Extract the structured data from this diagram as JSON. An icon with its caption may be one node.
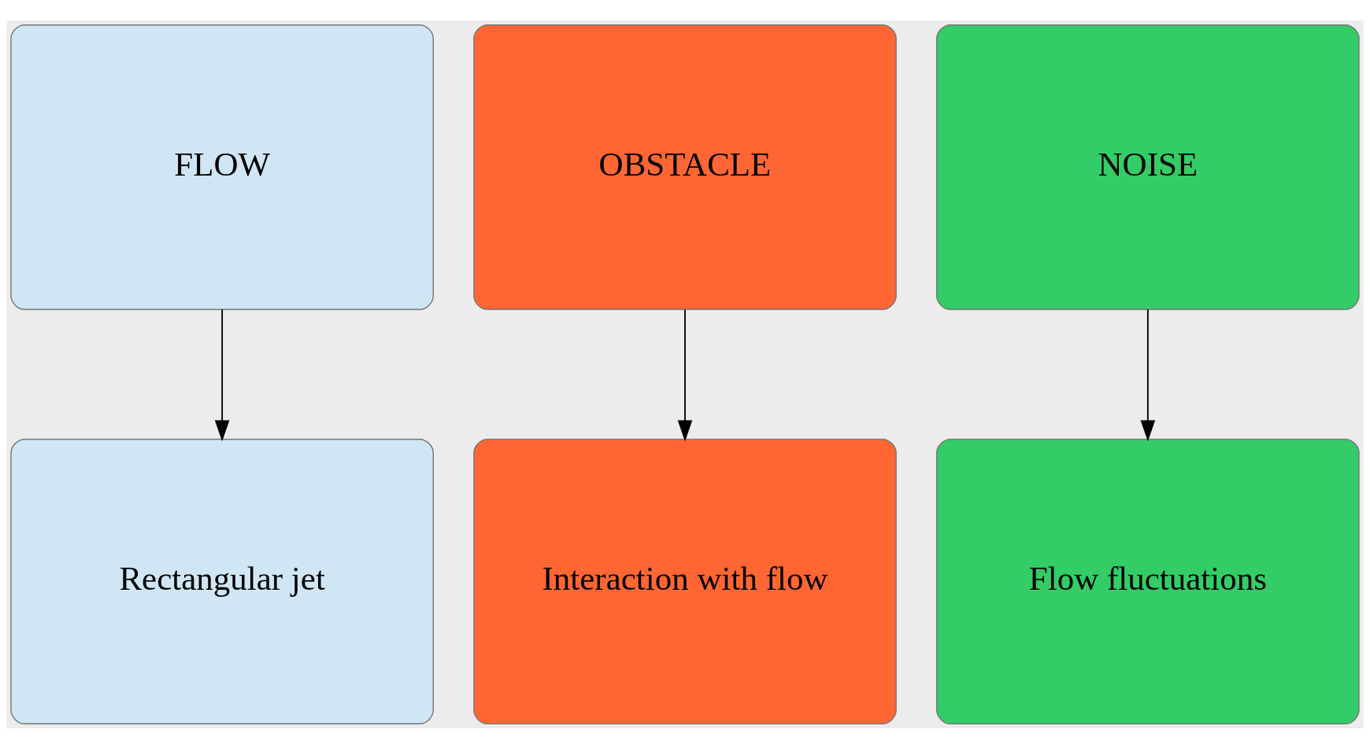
{
  "diagram": {
    "nodes": [
      {
        "text": [
          "FLOW"
        ]
      },
      {
        "text": [
          "OBSTACLE"
        ]
      },
      {
        "text": [
          "NOISE"
        ]
      },
      {
        "text": [
          "Rectangular jet"
        ]
      },
      {
        "text": [
          "Interaction with flow"
        ]
      },
      {
        "text": [
          "Flow fluctuations"
        ]
      }
    ],
    "edges": [
      {
        "from": 0,
        "to": 3,
        "arrow": "to"
      },
      {
        "from": 1,
        "to": 4,
        "arrow": "to"
      },
      {
        "from": 2,
        "to": 5,
        "arrow": "to"
      }
    ]
  }
}
